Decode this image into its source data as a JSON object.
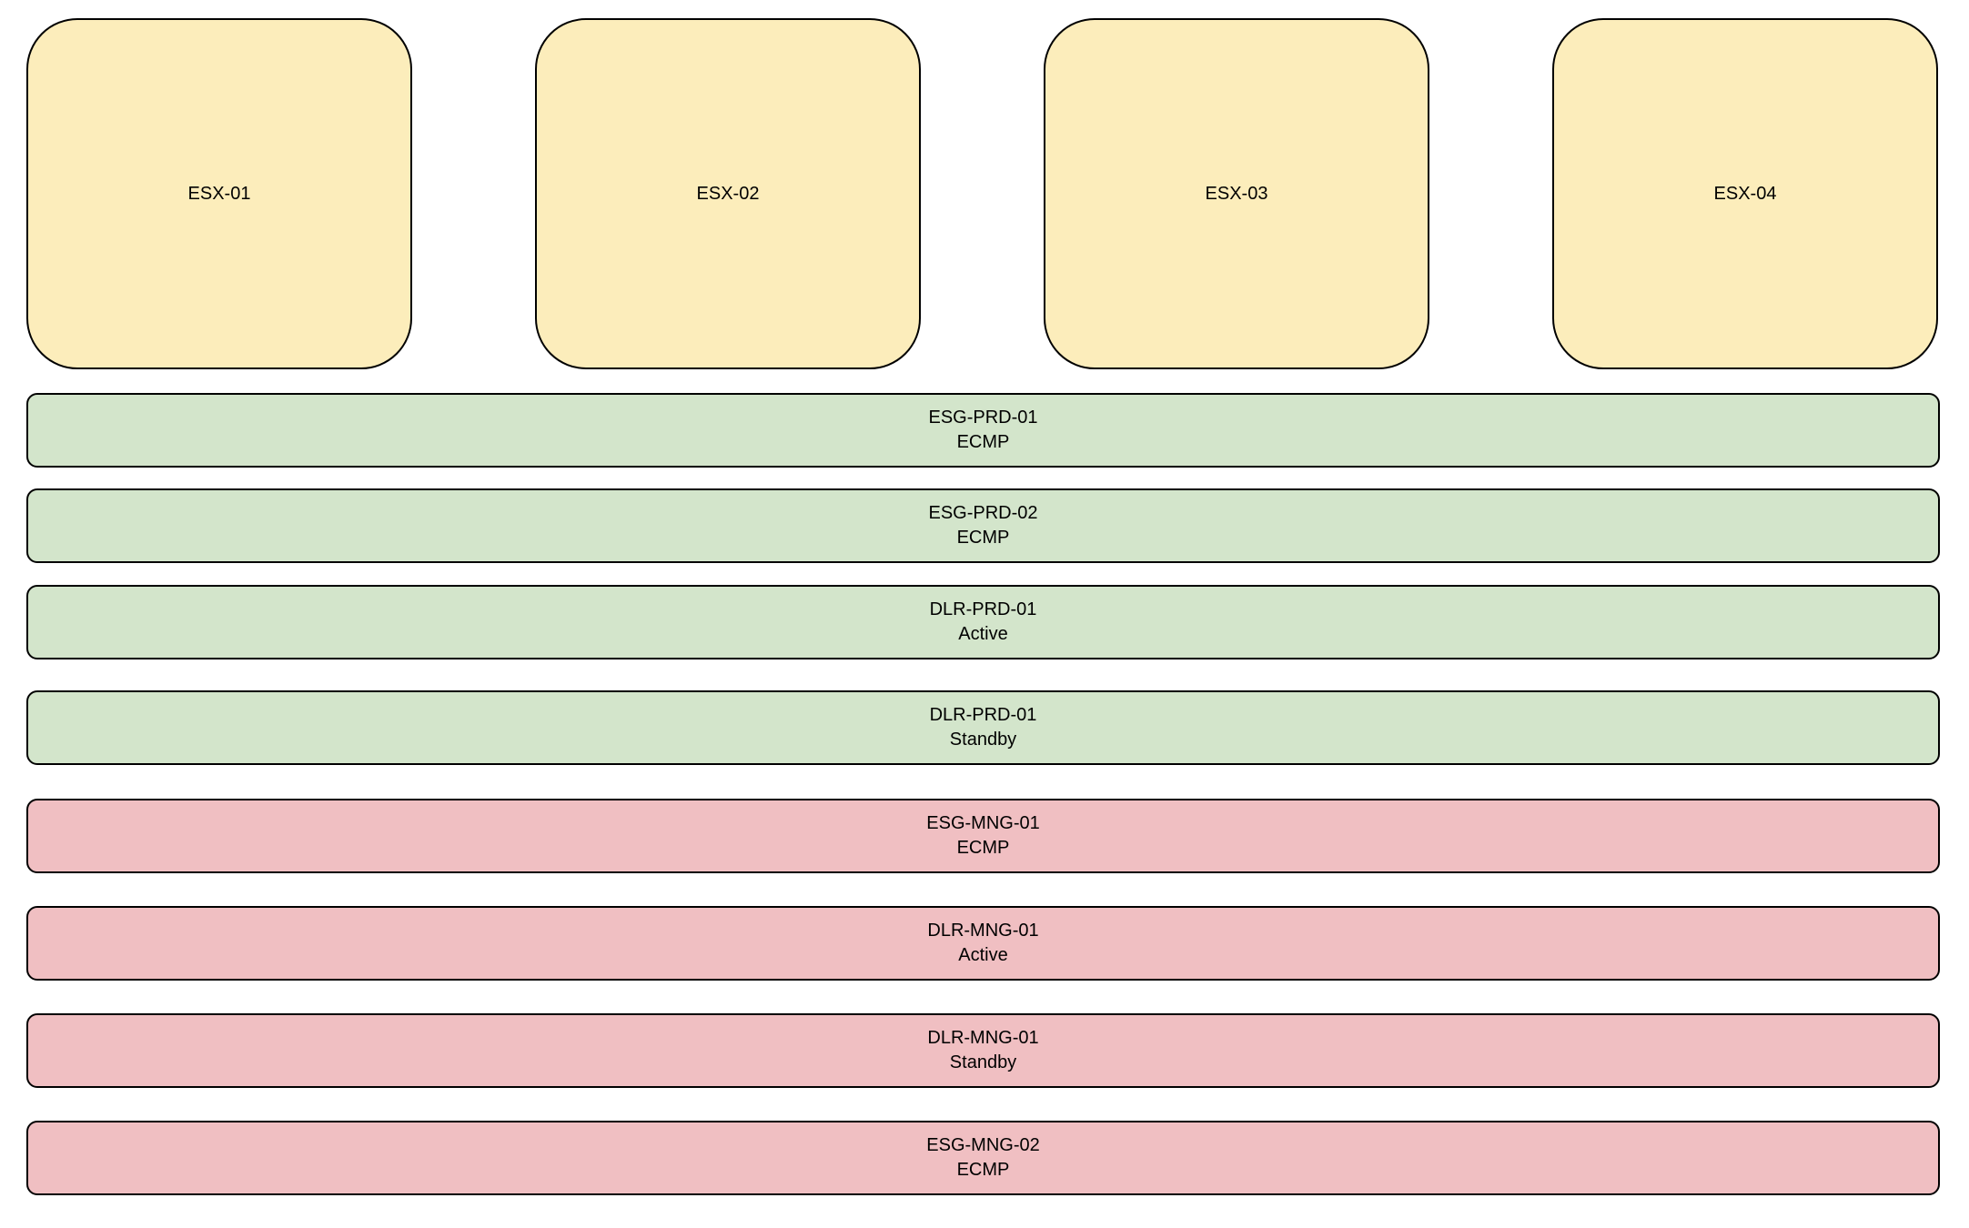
{
  "diagram": {
    "hosts": [
      {
        "label": "ESX-01"
      },
      {
        "label": "ESX-02"
      },
      {
        "label": "ESX-03"
      },
      {
        "label": "ESX-04"
      }
    ],
    "edges": [
      {
        "name": "ESG-PRD-01",
        "mode": "ECMP",
        "fill": "#D3E5CB"
      },
      {
        "name": "ESG-PRD-02",
        "mode": "ECMP",
        "fill": "#D3E5CB"
      },
      {
        "name": "DLR-PRD-01",
        "mode": "Active",
        "fill": "#D3E5CB"
      },
      {
        "name": "DLR-PRD-01",
        "mode": "Standby",
        "fill": "#D3E5CB"
      },
      {
        "name": "ESG-MNG-01",
        "mode": "ECMP",
        "fill": "#F0BFC2"
      },
      {
        "name": "DLR-MNG-01",
        "mode": "Active",
        "fill": "#F0BFC2"
      },
      {
        "name": "DLR-MNG-01",
        "mode": "Standby",
        "fill": "#F0BFC2"
      },
      {
        "name": "ESG-MNG-02",
        "mode": "ECMP",
        "fill": "#F0BFC2"
      }
    ],
    "colors": {
      "host_fill": "#FCEDBB",
      "production_fill": "#D3E5CB",
      "management_fill": "#F0BFC2",
      "border": "#000000",
      "text": "#000000",
      "background": "#FFFFFF"
    }
  }
}
